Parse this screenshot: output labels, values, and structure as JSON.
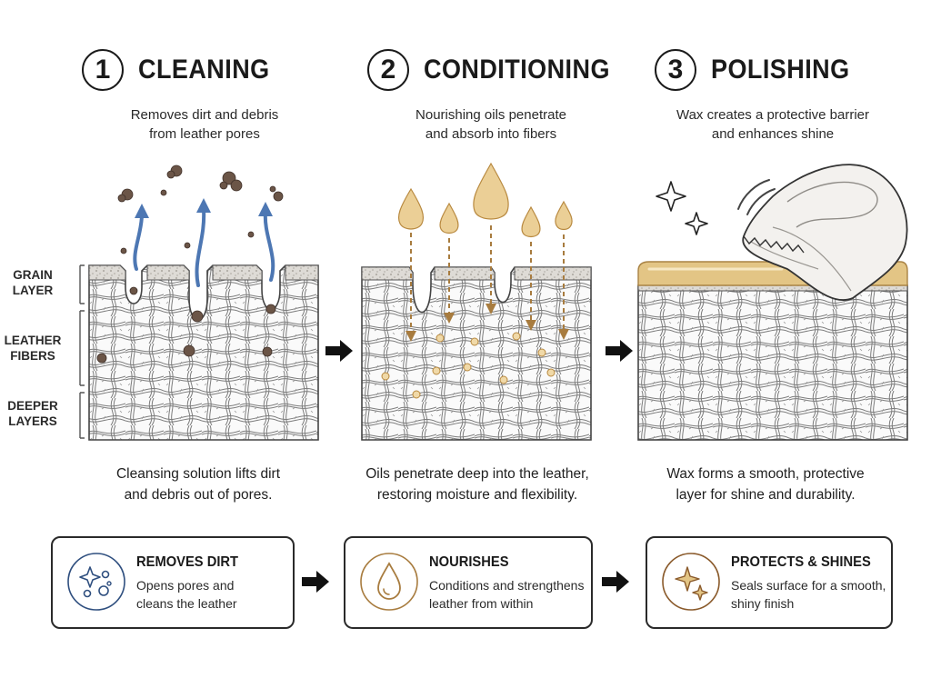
{
  "steps": [
    {
      "number": "1",
      "title": "CLEANING",
      "subtitle": [
        "Removes dirt and debris",
        "from leather pores"
      ],
      "caption": [
        "Cleansing solution lifts dirt",
        "and debris out of pores."
      ]
    },
    {
      "number": "2",
      "title": "CONDITIONING",
      "subtitle": [
        "Nourishing oils penetrate",
        "and absorb into fibers"
      ],
      "caption": [
        "Oils penetrate deep into the leather,",
        "restoring moisture and flexibility."
      ]
    },
    {
      "number": "3",
      "title": "POLISHING",
      "subtitle": [
        "Wax creates a protective barrier",
        "and enhances shine"
      ],
      "caption": [
        "Wax forms a smooth, protective",
        "layer for shine and durability."
      ]
    }
  ],
  "layer_labels": [
    [
      "GRAIN",
      "LAYER"
    ],
    [
      "LEATHER",
      "FIBERS"
    ],
    [
      "DEEPER",
      "LAYERS"
    ]
  ],
  "cards": [
    {
      "title": "REMOVES DIRT",
      "desc": [
        "Opens pores and",
        "cleans the leather"
      ],
      "icon": "sparkle-bubbles-icon",
      "color": "#2f4f7f"
    },
    {
      "title": "NOURISHES",
      "desc": [
        "Conditions and strengthens",
        "leather from within"
      ],
      "icon": "oil-drop-icon",
      "color": "#a87c3f"
    },
    {
      "title": "PROTECTS & SHINES",
      "desc": [
        "Seals surface for a smooth,",
        "shiny finish"
      ],
      "icon": "sparkles-icon",
      "color": "#8a5a2b"
    }
  ],
  "colors": {
    "cleaning_arrow": "#4d77b3",
    "oil": "#e9c98f",
    "oil_stroke": "#b8893f",
    "wax": "#e3c585",
    "dirt": "#6b5547",
    "ink": "#222222"
  }
}
